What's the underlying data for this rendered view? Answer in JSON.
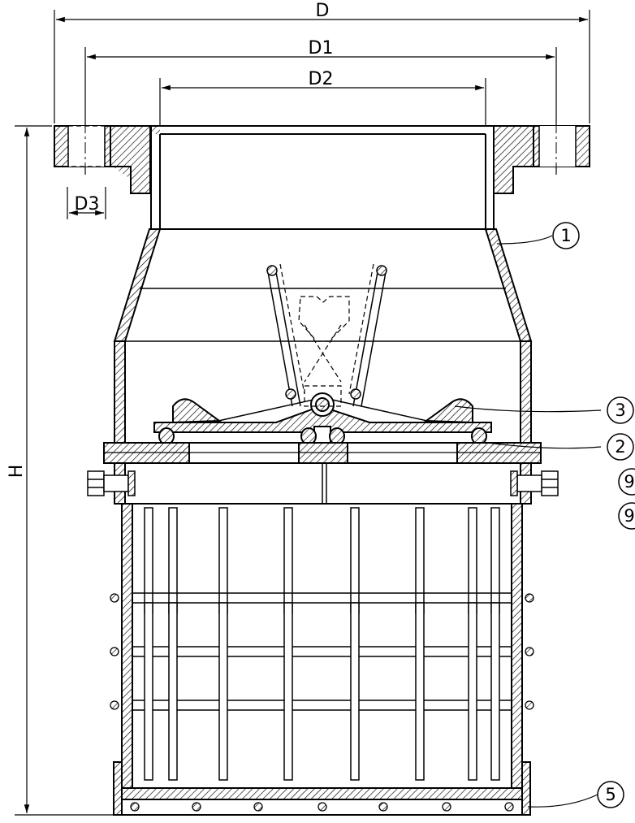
{
  "dimensions": {
    "d": "D",
    "d1": "D1",
    "d2": "D2",
    "d3": "D3",
    "h": "H"
  },
  "balloons": [
    "1",
    "3",
    "2",
    "9",
    "9",
    "5"
  ]
}
